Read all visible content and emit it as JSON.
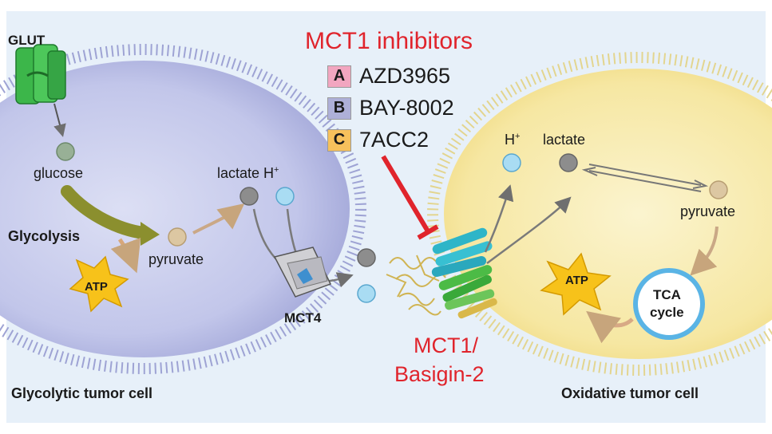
{
  "inhibitors": {
    "title": "MCT1 inhibitors",
    "items": [
      {
        "letter": "A",
        "name": "AZD3965",
        "color": "#f2a6c0"
      },
      {
        "letter": "B",
        "name": "BAY-8002",
        "color": "#aeb0d8"
      },
      {
        "letter": "C",
        "name": "7ACC2",
        "color": "#f7c15c"
      }
    ]
  },
  "left_cell": {
    "title": "Glycolytic tumor cell",
    "glut": "GLUT",
    "glucose": "glucose",
    "glycolysis": "Glycolysis",
    "pyruvate": "pyruvate",
    "atp": "ATP",
    "lactate_h": "lactate H",
    "h_plus": "+",
    "mct4": "MCT4"
  },
  "right_cell": {
    "title": "Oxidative tumor cell",
    "h": "H",
    "h_plus": "+",
    "lactate": "lactate",
    "pyruvate": "pyruvate",
    "atp": "ATP",
    "tca_line1": "TCA",
    "tca_line2": "cycle"
  },
  "transporter": {
    "line1": "MCT1/",
    "line2": "Basigin-2"
  },
  "colors": {
    "background_panel": "#e7f0f9",
    "left_cell_fill": "#b9bde6",
    "right_cell_fill": "#f6e7a2",
    "membrane_dots": "#8e92c8",
    "inhibitor_red": "#e0242c",
    "glut_green": "#3cb64a",
    "atp_yellow": "#f7c21a",
    "tca_ring": "#5ab4e5",
    "lactate_grey": "#8d8d8d",
    "proton_blue": "#a9dcf3"
  }
}
